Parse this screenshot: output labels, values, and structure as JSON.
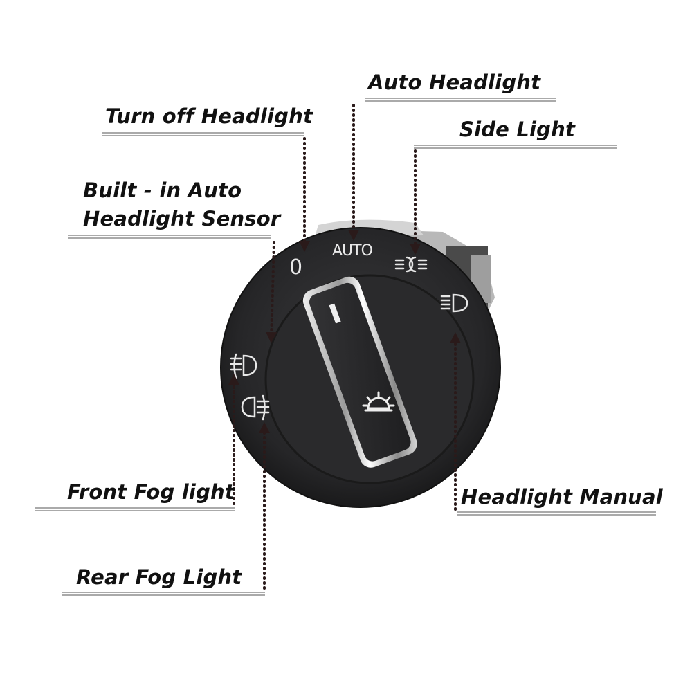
{
  "labels": {
    "auto_headlight": "Auto Headlight",
    "turn_off_headlight": "Turn off Headlight",
    "side_light": "Side Light",
    "builtin_sensor_line1": "Built - in Auto",
    "builtin_sensor_line2": "Headlight Sensor",
    "front_fog_light": "Front Fog light",
    "headlight_manual": "Headlight Manual",
    "rear_fog_light": "Rear Fog Light"
  },
  "switch": {
    "position_off": "0",
    "position_auto": "AUTO"
  },
  "icons": [
    "side-light-icon",
    "headlight-icon",
    "front-fog-icon",
    "rear-fog-icon",
    "low-beam-icon"
  ],
  "colors": {
    "dial_body": "#2b2b2d",
    "leader_line": "#2a1a1a",
    "knob_chrome": "#d9d9d9"
  }
}
